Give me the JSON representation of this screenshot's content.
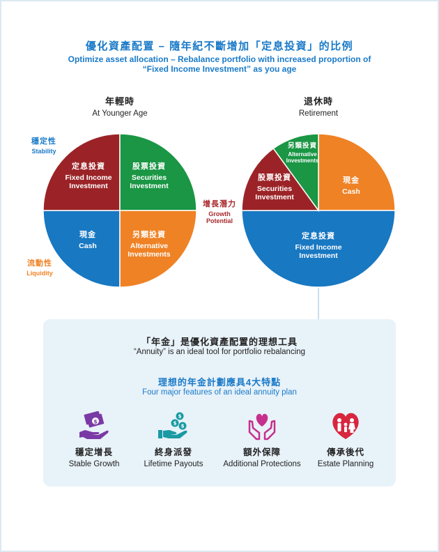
{
  "title": {
    "cn": "優化資產配置 – 隨年紀不斷增加「定息投資」的比例",
    "en_line1": "Optimize asset allocation – Rebalance portfolio with increased proportion of",
    "en_line2": "“Fixed Income Investment” as you age"
  },
  "colors": {
    "fixed_income": "#1878c2",
    "securities": "#9b2327",
    "alternative": "#1a9644",
    "cash": "#ef8225",
    "accent_blue": "#1a7ac8",
    "growth_red": "#a8282c",
    "feature_purple": "#7a3aa5",
    "feature_teal": "#1a9aa3",
    "feature_magenta": "#c6308d",
    "feature_red": "#d8263f"
  },
  "side_labels": {
    "stability": {
      "cn": "穩定性",
      "en": "Stability"
    },
    "liquidity": {
      "cn": "流動性",
      "en": "Liquidity"
    },
    "growth": {
      "cn": "增長潛力",
      "en_line1": "Growth",
      "en_line2": "Potential"
    }
  },
  "chart_data": [
    {
      "type": "pie",
      "title": {
        "cn": "年輕時",
        "en": "At Younger Age"
      },
      "slices": [
        {
          "key": "fixed_income",
          "cn": "定息投資",
          "en_line1": "Fixed Income",
          "en_line2": "Investment",
          "value": 25
        },
        {
          "key": "securities",
          "cn": "股票投資",
          "en_line1": "Securities",
          "en_line2": "Investment",
          "value": 25
        },
        {
          "key": "alternative",
          "cn": "另類投資",
          "en_line1": "Alternative",
          "en_line2": "Investments",
          "value": 25
        },
        {
          "key": "cash",
          "cn": "現金",
          "en_line1": "Cash",
          "en_line2": "",
          "value": 25
        }
      ]
    },
    {
      "type": "pie",
      "title": {
        "cn": "退休時",
        "en": "Retirement"
      },
      "slices": [
        {
          "key": "cash",
          "cn": "現金",
          "en_line1": "Cash",
          "en_line2": "",
          "value": 25
        },
        {
          "key": "fixed_income",
          "cn": "定息投資",
          "en_line1": "Fixed Income",
          "en_line2": "Investment",
          "value": 50
        },
        {
          "key": "securities",
          "cn": "股票投資",
          "en_line1": "Securities",
          "en_line2": "Investment",
          "value": 15
        },
        {
          "key": "alternative",
          "cn": "另類投資",
          "en_line1": "Alternative",
          "en_line2": "Investments",
          "value": 10
        }
      ]
    }
  ],
  "panel": {
    "line1": "「年金」是優化資產配置的理想工具",
    "line2": "“Annuity” is an ideal tool for portfolio rebalancing",
    "line3": "理想的年金計劃應具4大特點",
    "line4": "Four major features of an ideal annuity plan"
  },
  "features": [
    {
      "icon": "hand-money-icon",
      "cn": "穩定增長",
      "en": "Stable Growth"
    },
    {
      "icon": "hand-coins-icon",
      "cn": "終身派發",
      "en": "Lifetime Payouts"
    },
    {
      "icon": "hands-heart-icon",
      "cn": "額外保障",
      "en": "Additional Protections"
    },
    {
      "icon": "family-heart-icon",
      "cn": "傳承後代",
      "en": "Estate Planning"
    }
  ]
}
